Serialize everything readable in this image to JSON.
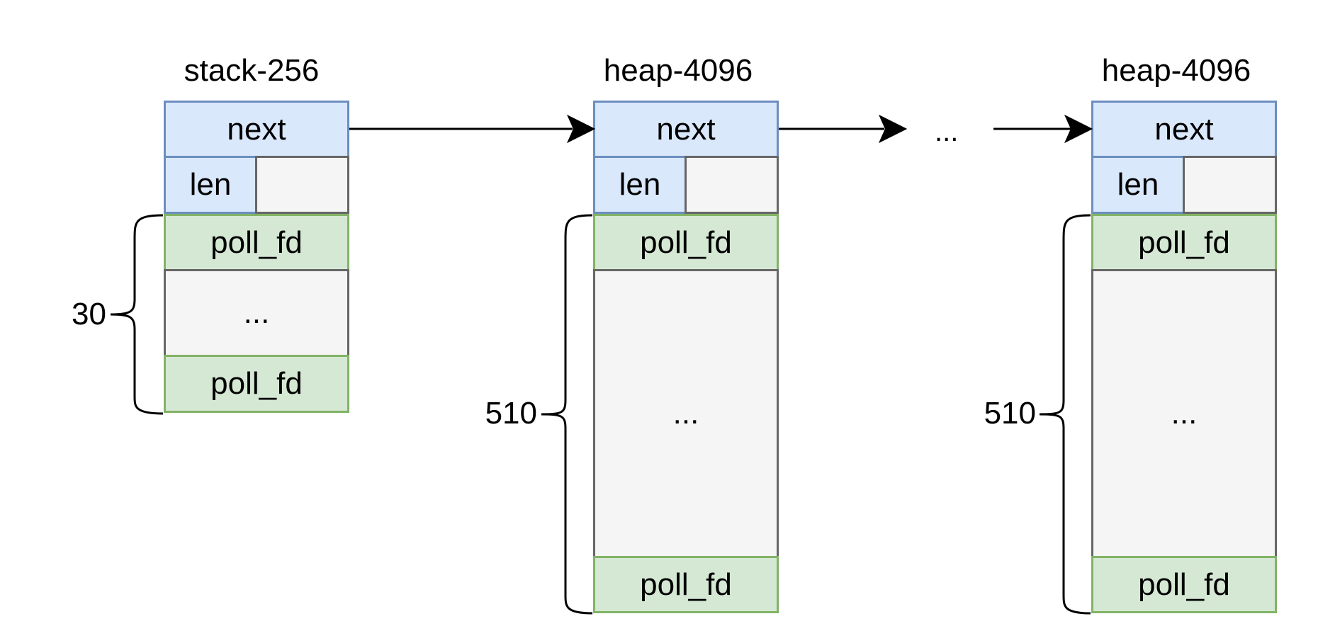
{
  "nodes": [
    {
      "title": "stack-256",
      "next_label": "next",
      "len_label": "len",
      "entry_label": "poll_fd",
      "ellipsis": "...",
      "last_entry_label": "poll_fd",
      "count": "30"
    },
    {
      "title": "heap-4096",
      "next_label": "next",
      "len_label": "len",
      "entry_label": "poll_fd",
      "ellipsis": "...",
      "last_entry_label": "poll_fd",
      "count": "510"
    },
    {
      "title": "heap-4096",
      "next_label": "next",
      "len_label": "len",
      "entry_label": "poll_fd",
      "ellipsis": "...",
      "last_entry_label": "poll_fd",
      "count": "510"
    }
  ],
  "between_ellipsis": "...",
  "colors": {
    "header_fill": "#dae8fc",
    "header_stroke": "#6c8ebf",
    "entry_fill": "#d5e8d4",
    "entry_stroke": "#82b366",
    "empty_fill": "#f5f5f5",
    "empty_stroke": "#666666"
  }
}
